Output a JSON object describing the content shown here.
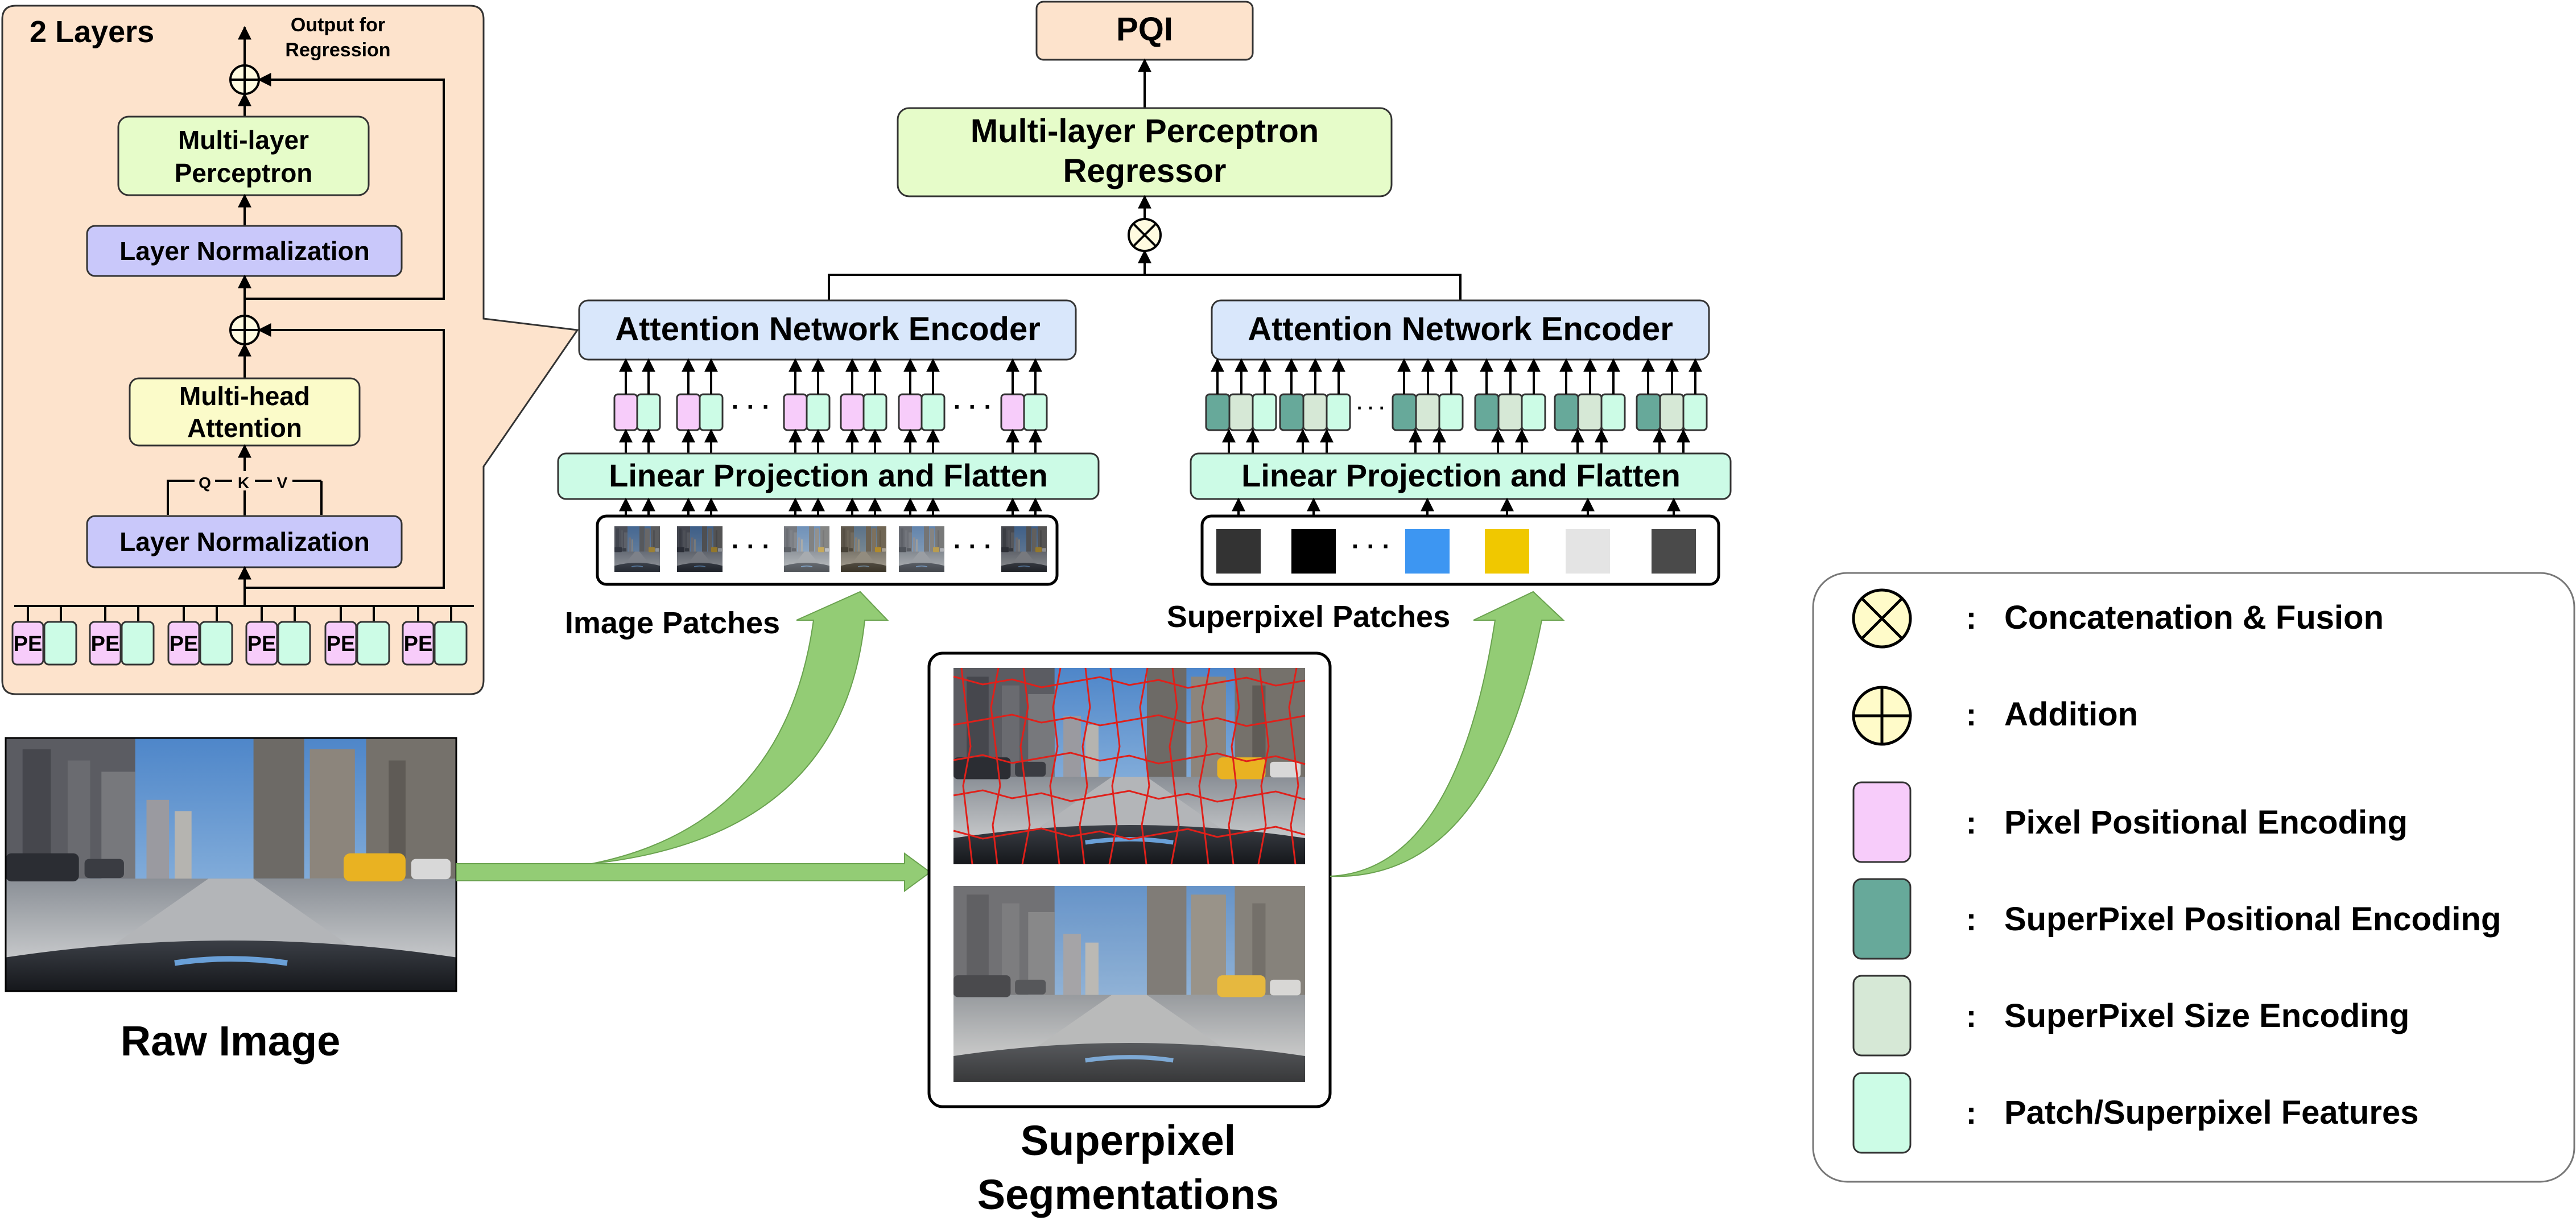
{
  "detail_panel": {
    "title": "2 Layers",
    "output_label_line1": "Output for",
    "output_label_line2": "Regression",
    "mlp_line1": "Multi-layer",
    "mlp_line2": "Perceptron",
    "layer_norm_top": "Layer Normalization",
    "mha_line1": "Multi-head",
    "mha_line2": "Attention",
    "q": "Q",
    "k": "K",
    "v": "V",
    "layer_norm_bottom": "Layer Normalization",
    "pe_label": "PE"
  },
  "top": {
    "pqi": "PQI",
    "regressor_line1": "Multi-layer Perceptron",
    "regressor_line2": "Regressor"
  },
  "left_branch": {
    "encoder": "Attention Network Encoder",
    "projection": "Linear Projection and Flatten",
    "patches_label": "Image Patches",
    "ellipsis": "· · ·"
  },
  "right_branch": {
    "encoder": "Attention Network Encoder",
    "projection": "Linear Projection and Flatten",
    "patches_label": "Superpixel Patches",
    "ellipsis": "· · ·",
    "superpixel_colors": [
      "#333333",
      "#000000",
      "#3d96f2",
      "#f0c800",
      "#e4e4e4",
      "#4a4a4a"
    ]
  },
  "raw_image_label": "Raw Image",
  "segmentation_label_line1": "Superpixel",
  "segmentation_label_line2": "Segmentations",
  "legend": {
    "colon": ":",
    "items": [
      {
        "icon": "concat-fusion-icon",
        "label": "Concatenation & Fusion"
      },
      {
        "icon": "addition-icon",
        "label": "Addition"
      },
      {
        "icon": "pink-swatch",
        "color": "#f7ccfa",
        "label": "Pixel Positional Encoding"
      },
      {
        "icon": "teal-swatch",
        "color": "#67a99a",
        "label": "SuperPixel Positional Encoding"
      },
      {
        "icon": "light-green-swatch",
        "color": "#d6e8d6",
        "label": "SuperPixel Size Encoding"
      },
      {
        "icon": "mint-swatch",
        "color": "#ccfce6",
        "label": "Patch/Superpixel Features"
      }
    ]
  },
  "colors": {
    "panel_bg": "#fde3cc",
    "green_box": "#e6fcc9",
    "purple_box": "#c9c8fa",
    "yellow_box": "#fbfbc9",
    "blue_box": "#d9e7fb",
    "mint_box": "#ccfbe6",
    "pqi_box": "#fde3cc",
    "big_arrow": "#93cc75"
  }
}
